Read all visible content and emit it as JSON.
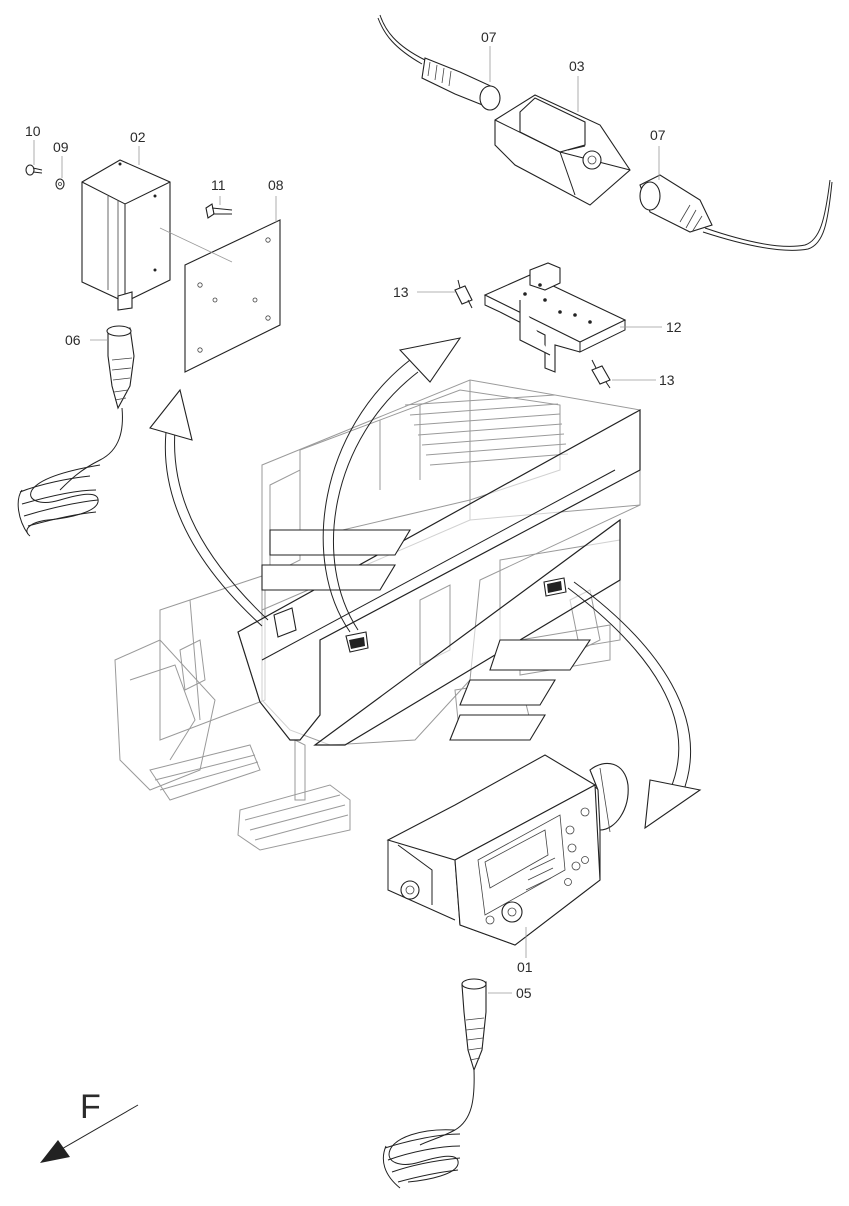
{
  "labels": {
    "p01": "01",
    "p02": "02",
    "p03": "03",
    "p05": "05",
    "p06": "06",
    "p07a": "07",
    "p07b": "07",
    "p08": "08",
    "p09": "09",
    "p10": "10",
    "p11": "11",
    "p12": "12",
    "p13a": "13",
    "p13b": "13"
  },
  "direction": {
    "letter": "F"
  },
  "colors": {
    "line": "#222222",
    "ghost": "#9a9a9a",
    "label": "#2b2b2b",
    "background": "#ffffff"
  }
}
